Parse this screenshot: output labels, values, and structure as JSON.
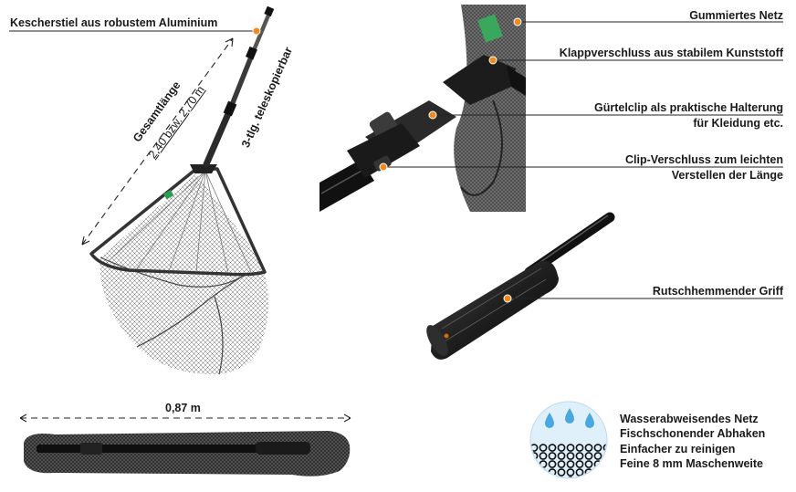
{
  "callouts": {
    "handle_material": "Kescherstiel aus robustem Aluminium",
    "total_length_title": "Gesamtlänge",
    "total_length_value": "2,40 bzw. 2,70 m",
    "telescopic": "3-tlg. teleskopierbar",
    "net": "Gummiertes Netz",
    "fold_lock": "Klappverschluss aus stabilem Kunststoff",
    "belt_clip_line1": "Gürtelclip als praktische Halterung",
    "belt_clip_line2": "für Kleidung etc.",
    "clip_lock_line1": "Clip-Verschluss zum leichten",
    "clip_lock_line2": "Verstellen der Länge",
    "grip": "Rutschhemmender Griff",
    "folded_length": "0,87 m"
  },
  "features": [
    "Wasserabweisendes Netz",
    "Fischschonender Abhaken",
    "Einfacher zu reinigen",
    "Feine 8 mm Maschenweite"
  ],
  "colors": {
    "callout_dot": "#f08a1c",
    "water_drop": "#4aa8e0",
    "icon_bg": "#dff0fa",
    "net_frame": "#333333",
    "handle_black": "#151515"
  }
}
